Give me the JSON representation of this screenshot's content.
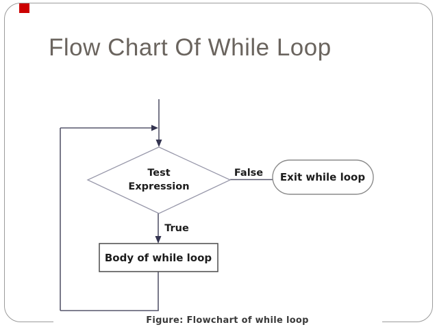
{
  "slide": {
    "title": "Flow Chart Of While Loop",
    "title_color": "#6a645e",
    "border_color": "#9a9a9a",
    "bullet_color": "#cc0000"
  },
  "flowchart": {
    "diamond": {
      "line1": "Test",
      "line2": "Expression"
    },
    "false_label": "False",
    "true_label": "True",
    "exit_box_label": "Exit while loop",
    "body_box_label": "Body of while loop",
    "caption": "Figure: Flowchart of while loop",
    "colors": {
      "line": "#55556a",
      "arrow": "#343450",
      "diamond_stroke": "#9898aa",
      "body_stroke": "#4a4a4a",
      "stadium_stroke": "#8a8a8a",
      "text": "#1c1c1c",
      "caption": "#3a3a3a"
    }
  }
}
